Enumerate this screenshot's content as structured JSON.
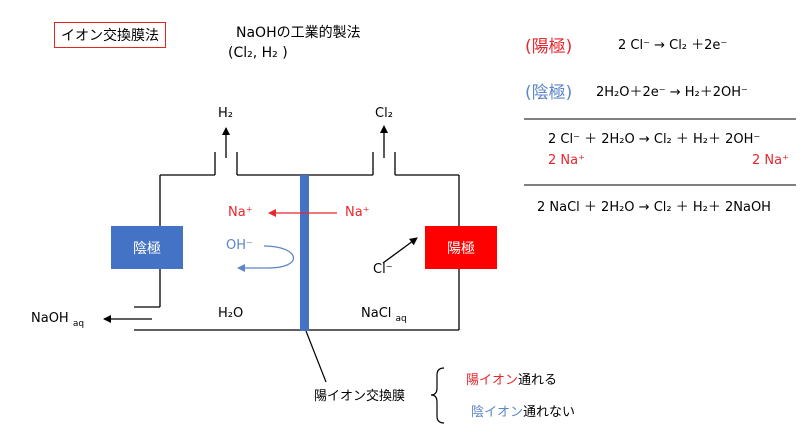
{
  "method_title": "イオン交換膜法",
  "header": {
    "title": "NaOHの工業的製法",
    "products": "(Cl₂, H₂ )"
  },
  "reactions": {
    "anode_label": "(陽極)",
    "anode_eq": "2 Cl⁻ → Cl₂ ＋2e⁻",
    "cathode_label": "(陰極)",
    "cathode_eq": "2H₂O＋2e⁻ → H₂＋2OH⁻",
    "sum_eq": "2 Cl⁻ ＋ 2H₂O → Cl₂ ＋ H₂＋ 2OH⁻",
    "spectator_left": "2 Na⁺",
    "spectator_right": "2 Na⁺",
    "overall_eq": "2 NaCl ＋ 2H₂O → Cl₂ ＋ H₂＋ 2NaOH"
  },
  "cell": {
    "h2_label": "H₂",
    "cl2_label": "Cl₂",
    "cathode_text": "陰極",
    "anode_text": "陽極",
    "na_left": "Na⁺",
    "na_right": "Na⁺",
    "oh_label": "OH⁻",
    "cl_label": "Cl⁻",
    "water_label": "H₂O",
    "nacl_label": "NaCl",
    "nacl_sub": "aq",
    "naoh_label": "NaOH",
    "naoh_sub": "aq",
    "membrane_label": "陽イオン交換膜",
    "passes_red": "陽イオン",
    "passes_suffix": "通れる",
    "blocked_blue": "陰イオン",
    "blocked_suffix": "通れない"
  },
  "colors": {
    "red": "#e8262b",
    "blue": "#5b86c8",
    "cathode_fill": "#4472c4",
    "anode_fill": "#ff0000",
    "membrane": "#4472c4"
  }
}
